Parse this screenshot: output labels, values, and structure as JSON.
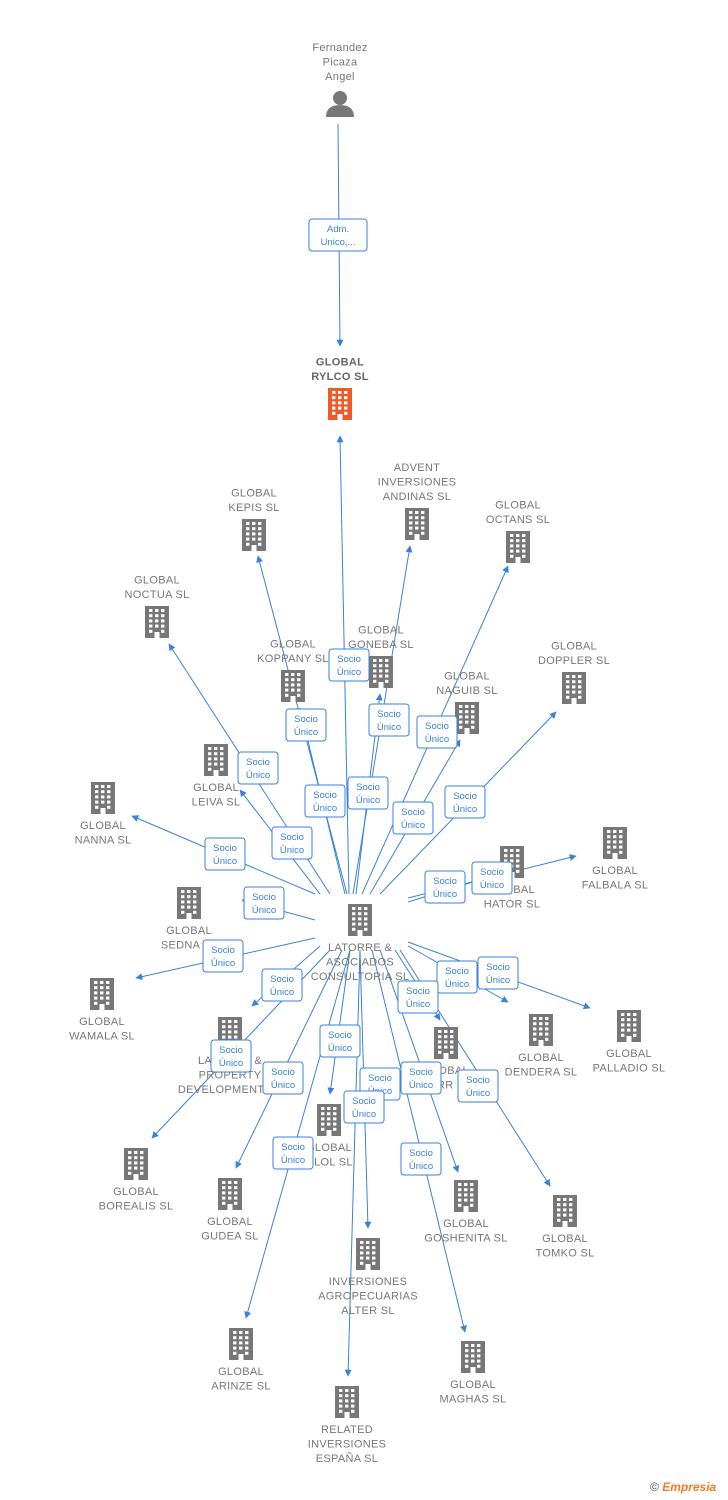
{
  "colors": {
    "edge": "#3a82d8",
    "building": "#777777",
    "building_main": "#f05a28",
    "person": "#777777",
    "box_border": "#3a82d8"
  },
  "nodes": [
    {
      "id": "fernandez",
      "type": "person",
      "lines": [
        "Fernandez",
        "Picaza",
        "Angel"
      ]
    },
    {
      "id": "rylco",
      "type": "company_main",
      "lines": [
        "GLOBAL",
        "RYLCO  SL"
      ]
    },
    {
      "id": "latorre",
      "type": "company",
      "lines": [
        "LATORRE &",
        "ASOCIADOS",
        "CONSULTORIA SL"
      ]
    },
    {
      "id": "kepis",
      "type": "company",
      "lines": [
        "GLOBAL",
        "KEPIS  SL"
      ]
    },
    {
      "id": "advent",
      "type": "company",
      "lines": [
        "ADVENT",
        "INVERSIONES",
        "ANDINAS  SL"
      ]
    },
    {
      "id": "octans",
      "type": "company",
      "lines": [
        "GLOBAL",
        "OCTANS  SL"
      ]
    },
    {
      "id": "noctua",
      "type": "company",
      "lines": [
        "GLOBAL",
        "NOCTUA  SL"
      ]
    },
    {
      "id": "goneba",
      "type": "company",
      "lines": [
        "GLOBAL",
        "GONEBA  SL"
      ]
    },
    {
      "id": "koppany",
      "type": "company",
      "lines": [
        "GLOBAL",
        "KOPPANY  SL"
      ]
    },
    {
      "id": "doppler",
      "type": "company",
      "lines": [
        "GLOBAL",
        "DOPPLER  SL"
      ]
    },
    {
      "id": "naguib",
      "type": "company",
      "lines": [
        "GLOBAL",
        "NAGUIB  SL"
      ]
    },
    {
      "id": "leiva",
      "type": "company",
      "lines": [
        "GLOBAL",
        "LEIVA  SL"
      ]
    },
    {
      "id": "nanna",
      "type": "company",
      "lines": [
        "GLOBAL",
        "NANNA  SL"
      ]
    },
    {
      "id": "falbala",
      "type": "company",
      "lines": [
        "GLOBAL",
        "FALBALA  SL"
      ]
    },
    {
      "id": "hator",
      "type": "company",
      "lines": [
        "GLOBAL",
        "HATOR  SL"
      ]
    },
    {
      "id": "sedna",
      "type": "company",
      "lines": [
        "GLOBAL",
        "SEDNA  SL"
      ]
    },
    {
      "id": "wamala",
      "type": "company",
      "lines": [
        "GLOBAL",
        "WAMALA  SL"
      ]
    },
    {
      "id": "palladio",
      "type": "company",
      "lines": [
        "GLOBAL",
        "PALLADIO  SL"
      ]
    },
    {
      "id": "dendera",
      "type": "company",
      "lines": [
        "GLOBAL",
        "DENDERA  SL"
      ]
    },
    {
      "id": "property",
      "type": "company",
      "lines": [
        "LATORRE &",
        "PROPERTY",
        "DEVELOPMENTS..."
      ]
    },
    {
      "id": "errr",
      "type": "company",
      "lines": [
        "GLOBAL",
        "ERRR  SL"
      ]
    },
    {
      "id": "olsl",
      "type": "company",
      "lines": [
        "GLOBAL",
        "OLOL  SL"
      ]
    },
    {
      "id": "borealis",
      "type": "company",
      "lines": [
        "GLOBAL",
        "BOREALIS  SL"
      ]
    },
    {
      "id": "gudea",
      "type": "company",
      "lines": [
        "GLOBAL",
        "GUDEA  SL"
      ]
    },
    {
      "id": "goshenita",
      "type": "company",
      "lines": [
        "GLOBAL",
        "GOSHENITA  SL"
      ]
    },
    {
      "id": "tomko",
      "type": "company",
      "lines": [
        "GLOBAL",
        "TOMKO  SL"
      ]
    },
    {
      "id": "agropecuarias",
      "type": "company",
      "lines": [
        "INVERSIONES",
        "AGROPECUARIAS",
        "ALTER  SL"
      ]
    },
    {
      "id": "arinze",
      "type": "company",
      "lines": [
        "GLOBAL",
        "ARINZE  SL"
      ]
    },
    {
      "id": "maghas",
      "type": "company",
      "lines": [
        "GLOBAL",
        "MAGHAS  SL"
      ]
    },
    {
      "id": "related",
      "type": "company",
      "lines": [
        "RELATED",
        "INVERSIONES",
        "ESPAÑA  SL"
      ]
    }
  ],
  "edges": [
    {
      "from": "fernandez",
      "to": "rylco",
      "label": [
        "Adm.",
        "Unico,..."
      ]
    },
    {
      "from": "latorre",
      "to": "rylco",
      "label": [
        "Socio",
        "Único"
      ]
    },
    {
      "from": "latorre",
      "to": "kepis",
      "label": [
        "Socio",
        "Único"
      ]
    },
    {
      "from": "latorre",
      "to": "advent",
      "label": [
        "Socio",
        "Único"
      ]
    },
    {
      "from": "latorre",
      "to": "octans",
      "label": [
        "Socio",
        "Único"
      ]
    },
    {
      "from": "latorre",
      "to": "noctua",
      "label": [
        "Socio",
        "Único"
      ]
    },
    {
      "from": "latorre",
      "to": "goneba",
      "label": [
        "Socio",
        "Único"
      ]
    },
    {
      "from": "latorre",
      "to": "koppany",
      "label": [
        "Socio",
        "Único"
      ]
    },
    {
      "from": "latorre",
      "to": "doppler",
      "label": [
        "Socio",
        "Único"
      ]
    },
    {
      "from": "latorre",
      "to": "naguib",
      "label": [
        "Socio",
        "Único"
      ]
    },
    {
      "from": "latorre",
      "to": "leiva",
      "label": [
        "Socio",
        "Único"
      ]
    },
    {
      "from": "latorre",
      "to": "nanna",
      "label": [
        "Socio",
        "Único"
      ]
    },
    {
      "from": "latorre",
      "to": "falbala",
      "label": [
        "Socio",
        "Único"
      ]
    },
    {
      "from": "latorre",
      "to": "hator",
      "label": [
        "Socio",
        "Único"
      ]
    },
    {
      "from": "latorre",
      "to": "sedna",
      "label": [
        "Socio",
        "Único"
      ]
    },
    {
      "from": "latorre",
      "to": "wamala",
      "label": [
        "Socio",
        "Único"
      ]
    },
    {
      "from": "latorre",
      "to": "palladio",
      "label": [
        "Socio",
        "Único"
      ]
    },
    {
      "from": "latorre",
      "to": "dendera",
      "label": [
        "Socio",
        "Único"
      ]
    },
    {
      "from": "latorre",
      "to": "property",
      "label": [
        "Socio",
        "Único"
      ]
    },
    {
      "from": "latorre",
      "to": "errr",
      "label": [
        "Socio",
        "Único"
      ]
    },
    {
      "from": "latorre",
      "to": "olsl",
      "label": [
        "Socio",
        "Único"
      ]
    },
    {
      "from": "latorre",
      "to": "borealis",
      "label": [
        "Socio",
        "Único"
      ]
    },
    {
      "from": "latorre",
      "to": "gudea",
      "label": [
        "Socio",
        "Único"
      ]
    },
    {
      "from": "latorre",
      "to": "goshenita",
      "label": [
        "Socio",
        "Único"
      ]
    },
    {
      "from": "latorre",
      "to": "tomko",
      "label": [
        "Socio",
        "Único"
      ]
    },
    {
      "from": "latorre",
      "to": "agropecuarias",
      "label": [
        "Socio",
        "Único"
      ]
    },
    {
      "from": "latorre",
      "to": "arinze",
      "label": [
        "Socio",
        "Único"
      ]
    },
    {
      "from": "latorre",
      "to": "maghas",
      "label": [
        "Socio",
        "Único"
      ]
    },
    {
      "from": "latorre",
      "to": "related",
      "label": [
        "Socio",
        "Único"
      ]
    }
  ],
  "footer": {
    "copyright": "©",
    "brand": "Empresia"
  }
}
